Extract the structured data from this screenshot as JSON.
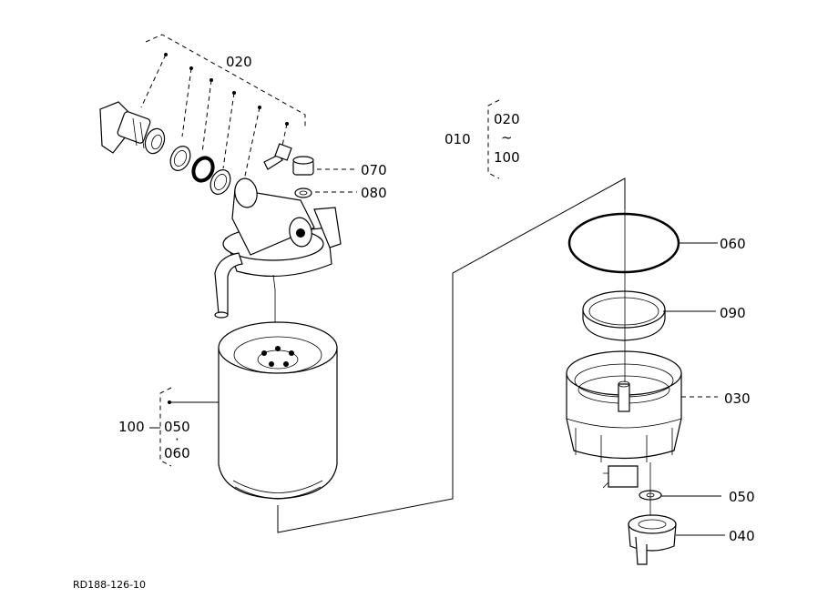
{
  "labels": {
    "l020_top": "020",
    "l070": "070",
    "l080": "080",
    "l010": "010",
    "l010_from": "020",
    "l010_tilde": "~",
    "l010_to": "100",
    "l060": "060",
    "l090": "090",
    "l030": "030",
    "l050": "050",
    "l040": "040",
    "l100": "100",
    "l100_a": "050",
    "l100_dot": "·",
    "l100_b": "060",
    "drawing_no": "RD188-126-10"
  }
}
